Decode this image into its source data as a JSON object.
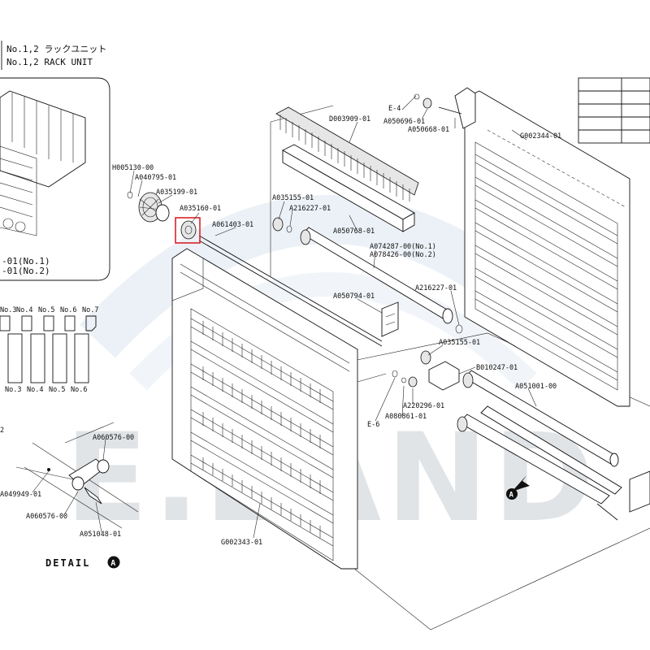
{
  "header": {
    "title_jp": "No.1,2 ラックユニット",
    "title_en": "No.1,2 RACK UNIT"
  },
  "watermark": {
    "text": "E.LAND",
    "color": "#c9ced4",
    "arc_color": "#dfe8f2"
  },
  "highlight_color": "#d8232a",
  "inset": {
    "labels": [
      "-01(No.1)",
      "-01(No.2)"
    ]
  },
  "rack_numbers": {
    "top": [
      "No.3",
      "No.4",
      "No.5",
      "No.6",
      "No.7"
    ],
    "bottom": [
      "No.3",
      "No.4",
      "No.5",
      "No.6"
    ],
    "edge_digit": "2"
  },
  "parts": {
    "h005130": "H005130-00",
    "a040795": "A040795-01",
    "a035199": "A035199-01",
    "a035160": "A035160-01",
    "a061403": "A061403-01",
    "d003909": "D003909-01",
    "e4": "E-4",
    "a050696": "A050696-01",
    "a050668": "A050668-01",
    "g002344": "G002344-01",
    "a035155_top": "A035155-01",
    "a216227_top": "A216227-01",
    "a050768": "A050768-01",
    "a074287": "A074287-00(No.1)",
    "a078426": "A078426-00(No.2)",
    "a050794": "A050794-01",
    "a216227_mid": "A216227-01",
    "a035155_mid": "A035155-01",
    "b010247": "B010247-01",
    "a051001": "A051001-00",
    "a220296": "A220296-01",
    "a080861": "A080861-01",
    "e6": "E-6",
    "g002343": "G002343-01",
    "a060576_top": "A060576-00",
    "a049949": "A049949-01",
    "a060576_bot": "A060576-00",
    "a051048": "A051048-01"
  },
  "detail": {
    "label": "DETAIL",
    "marker": "A",
    "callout_marker": "A"
  }
}
